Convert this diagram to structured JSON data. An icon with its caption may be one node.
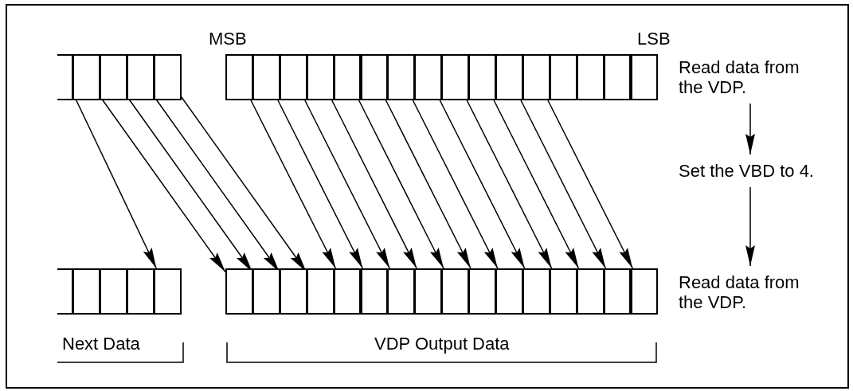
{
  "diagram": {
    "nodes": [
      {
        "text": [],
        "shape": "box"
      },
      {
        "text": [],
        "shape": "box"
      },
      {
        "text": [],
        "shape": "box"
      },
      {
        "text": [],
        "shape": "box"
      },
      {
        "text": [],
        "shape": "box"
      },
      {
        "text": [],
        "shape": "box"
      },
      {
        "text": [],
        "shape": "box"
      },
      {
        "text": [],
        "shape": "box"
      },
      {
        "text": [],
        "shape": "box"
      },
      {
        "text": [],
        "shape": "box"
      },
      {
        "text": [],
        "shape": "box"
      },
      {
        "text": [],
        "shape": "box"
      },
      {
        "text": [],
        "shape": "box"
      },
      {
        "text": [],
        "shape": "box"
      },
      {
        "text": [],
        "shape": "box"
      },
      {
        "text": [],
        "shape": "box"
      },
      {
        "text": [],
        "shape": "box"
      },
      {
        "text": [],
        "shape": "box"
      },
      {
        "text": [],
        "shape": "box"
      },
      {
        "text": [],
        "shape": "box"
      },
      {
        "text": [],
        "shape": "box"
      },
      {
        "text": [
          "Read data from the VDP."
        ]
      },
      {
        "text": [
          "Set the VBD to 4."
        ]
      },
      {
        "text": [],
        "shape": "box"
      },
      {
        "text": [],
        "shape": "box"
      },
      {
        "text": [],
        "shape": "box"
      },
      {
        "text": [],
        "shape": "box"
      },
      {
        "text": [],
        "shape": "box"
      },
      {
        "text": [],
        "shape": "box"
      },
      {
        "text": [],
        "shape": "box"
      },
      {
        "text": [],
        "shape": "box"
      },
      {
        "text": [],
        "shape": "box"
      },
      {
        "text": [],
        "shape": "box"
      },
      {
        "text": [],
        "shape": "box"
      },
      {
        "text": [],
        "shape": "box"
      },
      {
        "text": [],
        "shape": "box"
      },
      {
        "text": [],
        "shape": "box"
      },
      {
        "text": [],
        "shape": "box"
      },
      {
        "text": [],
        "shape": "box"
      },
      {
        "text": [],
        "shape": "box"
      },
      {
        "text": [],
        "shape": "box"
      },
      {
        "text": [],
        "shape": "box"
      },
      {
        "text": [],
        "shape": "box"
      },
      {
        "text": [],
        "shape": "box"
      },
      {
        "text": [
          "Read data from the VDP."
        ]
      }
    ],
    "edges": [
      {
        "from": 0,
        "to": 27,
        "arrow": "to"
      },
      {
        "from": 1,
        "to": 28,
        "arrow": "to"
      },
      {
        "from": 2,
        "to": 29,
        "arrow": "to"
      },
      {
        "from": 3,
        "to": 30,
        "arrow": "to"
      },
      {
        "from": 4,
        "to": 31,
        "arrow": "to"
      },
      {
        "from": 5,
        "to": 32,
        "arrow": "to"
      },
      {
        "from": 6,
        "to": 33,
        "arrow": "to"
      },
      {
        "from": 7,
        "to": 34,
        "arrow": "to"
      },
      {
        "from": 8,
        "to": 35,
        "arrow": "to"
      },
      {
        "from": 9,
        "to": 36,
        "arrow": "to"
      },
      {
        "from": 10,
        "to": 37,
        "arrow": "to"
      },
      {
        "from": 11,
        "to": 38,
        "arrow": "to"
      },
      {
        "from": 12,
        "to": 39,
        "arrow": "to"
      },
      {
        "from": 13,
        "to": 40,
        "arrow": "to"
      },
      {
        "from": 14,
        "to": 41,
        "arrow": "to"
      },
      {
        "from": 15,
        "to": 42,
        "arrow": "to"
      },
      {
        "from": 16,
        "to": 43,
        "arrow": "to"
      },
      {
        "from": 21,
        "to": 22,
        "arrow": "to"
      },
      {
        "from": 22,
        "to": 44,
        "arrow": "to"
      }
    ],
    "labels": [
      "MSB",
      "LSB",
      "Next Data",
      "VDP Output Data"
    ]
  }
}
